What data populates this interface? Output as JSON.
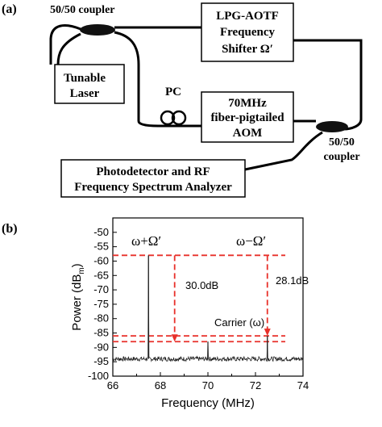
{
  "panel_a": {
    "label": "(a)",
    "coupler_top_label": "50/50 coupler",
    "lpg_box": {
      "line1": "LPG-AOTF",
      "line2": "Frequency",
      "line3": "Shifter Ω′"
    },
    "laser_box": {
      "line1": "Tunable",
      "line2": "Laser"
    },
    "pc_label": "PC",
    "aom_box": {
      "line1": "70MHz",
      "line2": "fiber-pigtailed",
      "line3": "AOM"
    },
    "coupler_right_label": {
      "line1": "50/50",
      "line2": "coupler"
    },
    "detector_box": {
      "line1": "Photodetector and RF",
      "line2": "Frequency Spectrum Analyzer"
    }
  },
  "panel_b": {
    "label": "(b)",
    "annotations": {
      "peak_left": "ω+Ω′",
      "peak_right": "ω−Ω′",
      "gap_left": "30.0dB",
      "gap_right": "28.1dB",
      "carrier": "Carrier (ω)"
    },
    "reference_colors": {
      "dashed_lines": "#e8302a",
      "trace": "#222222"
    }
  },
  "chart_data": {
    "type": "line",
    "xlabel": "Frequency (MHz)",
    "ylabel": "Power (dB",
    "ylabel_sub": "m",
    "ylabel_close": ")",
    "xlim": [
      66,
      74
    ],
    "ylim": [
      -100,
      -45
    ],
    "xticks": [
      "66",
      "68",
      "70",
      "72",
      "74"
    ],
    "yticks": [
      "-50",
      "-55",
      "-60",
      "-65",
      "-70",
      "-75",
      "-80",
      "-85",
      "-90",
      "-95",
      "-100"
    ],
    "xtick_values": [
      66,
      68,
      70,
      72,
      74
    ],
    "ytick_values": [
      -50,
      -55,
      -60,
      -65,
      -70,
      -75,
      -80,
      -85,
      -90,
      -95,
      -100
    ],
    "noise_floor": -94,
    "peaks": [
      {
        "x": 67.5,
        "y": -58.0
      },
      {
        "x": 70.0,
        "y": -88.0
      },
      {
        "x": 72.5,
        "y": -86.0
      }
    ],
    "reference_levels": [
      -58.0,
      -86.0,
      -88.0
    ]
  }
}
